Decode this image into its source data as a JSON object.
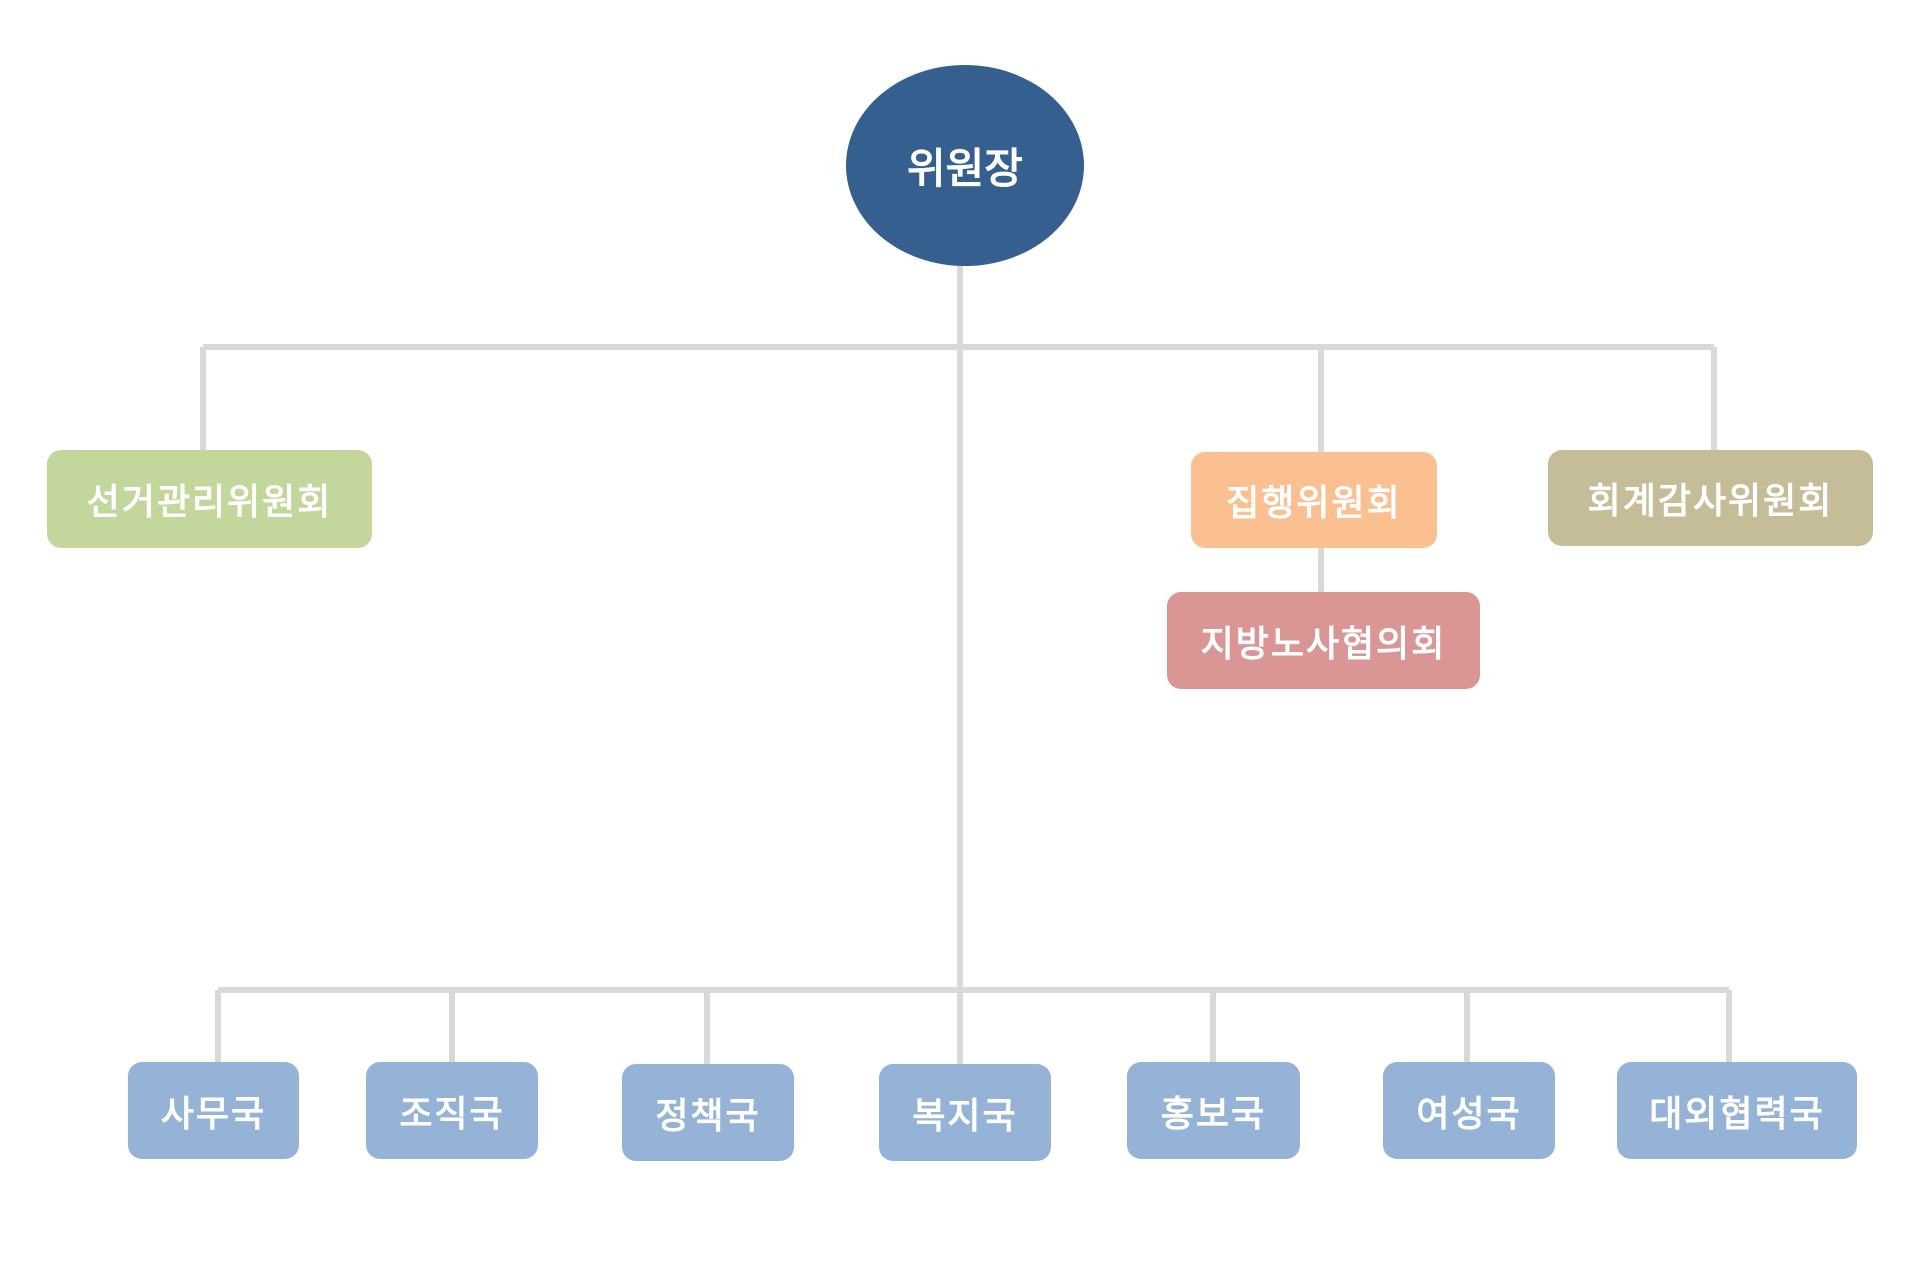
{
  "colors": {
    "connector": "#d9d9d9",
    "root": "#355f8f",
    "election": "#c3d69b",
    "executive": "#fac090",
    "audit": "#c4bd97",
    "regional": "#d99694",
    "department": "#95b3d7"
  },
  "root": {
    "label": "위원장"
  },
  "committees": {
    "election": "선거관리위원회",
    "executive": "집행위원회",
    "audit": "회계감사위원회",
    "regional": "지방노사협의회"
  },
  "departments": [
    "사무국",
    "조직국",
    "정책국",
    "복지국",
    "홍보국",
    "여성국",
    "대외협력국"
  ]
}
